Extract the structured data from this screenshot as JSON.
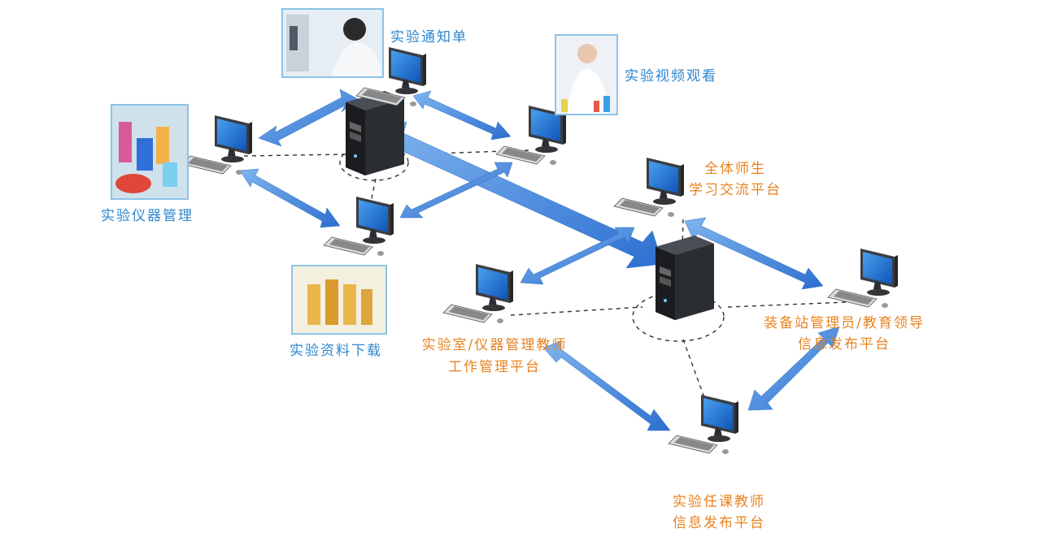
{
  "labels": {
    "notice": "实验通知单",
    "video": "实验视频观看",
    "instrument": "实验仪器管理",
    "download": "实验资料下载",
    "all_line1": "全体师生",
    "all_line2": "学习交流平台",
    "lab_line1": "实验室/仪器管理教师",
    "lab_line2": "工作管理平台",
    "equip_line1": "装备站管理员/教育领导",
    "equip_line2": "信息发布平台",
    "teacher_line1": "实验任课教师",
    "teacher_line2": "信息发布平台"
  },
  "colors": {
    "blue_label": "#2d86cf",
    "orange_label": "#e8821f",
    "arrow": "#4a8fe0",
    "screen": "#1f6fd0",
    "server": "#2a2d31"
  }
}
